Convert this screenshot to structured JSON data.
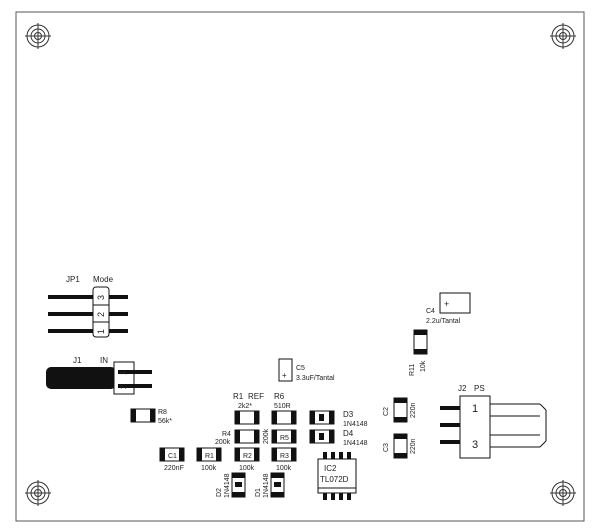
{
  "labels": {
    "jp1": "JP1",
    "mode": "Mode",
    "jp1_pin3": "3",
    "jp1_pin2": "2",
    "jp1_pin1": "1",
    "j1": "J1",
    "in": "IN",
    "j1_pin1": "1",
    "j1_pin2": "2",
    "r8": "R8",
    "r8_val": "56k*",
    "c1": "C1",
    "c1_val": "220nF",
    "r1": "R1",
    "r1_val": "100k",
    "r1_ref": "R1",
    "ref": "REF",
    "ref_val": "2k2*",
    "r4": "R4",
    "r4_val": "200k",
    "r2": "R2",
    "r2_val": "100k",
    "r6": "R6",
    "r6_val": "510R",
    "r5": "R5",
    "r5_val": "200k",
    "r3": "R3",
    "r3_val": "100k",
    "d3": "D3",
    "d3_val": "1N4148",
    "d4": "D4",
    "d4_val": "1N4148",
    "d2": "D2",
    "d2_val": "1N4148",
    "d1": "D1",
    "d1_val": "1N4148",
    "ic2": "IC2",
    "ic2_val": "TL072D",
    "c5": "C5",
    "c5_val": "3.3uF/Tantal",
    "c4": "C4",
    "c4_val": "2.2u/Tantal",
    "r11": "R11",
    "r11_val": "10k",
    "c2": "C2",
    "c2_val": "220n",
    "c3": "C3",
    "c3_val": "220n",
    "j2": "J2",
    "ps": "PS",
    "j2_pin1": "1",
    "j2_pin3": "3",
    "plus": "+"
  }
}
